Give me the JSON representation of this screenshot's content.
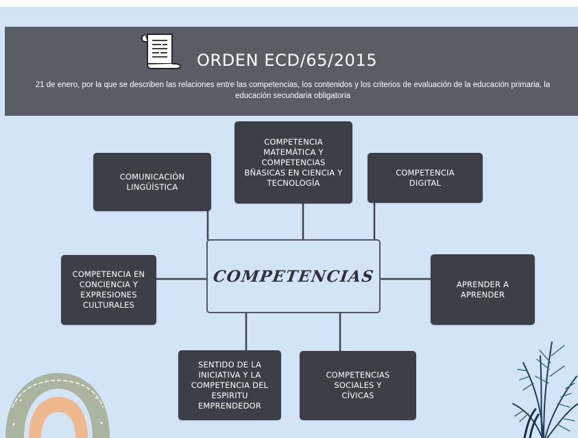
{
  "header": {
    "title": "ORDEN ECD/65/2015",
    "subtitle": "21 de enero, por la que se describen las relaciones entre las competencias, los contenidos y los criterios de evaluación de la educación primaria, la educación secundaria obligatoria"
  },
  "diagram": {
    "center": "COMPETENCIAS",
    "nodes": {
      "comunicacion": "COMUNICACIÓN LINGÜÍSTICA",
      "matematica": "COMPETENCIA MATEMÁTICA Y COMPETENCIAS BÑASICAS EN CIENCIA Y TECNOLOGÍA",
      "digital": "COMPETENCIA DIGITAL",
      "conciencia": "COMPETENCIA EN CONCIENCIA Y EXPRESIONES CULTURALES",
      "aprender": "APRENDER A APRENDER",
      "iniciativa": "SENTIDO DE LA INICIATIVA Y LA COMPETENCIA DEL ESPIRITU EMPRENDEDOR",
      "sociales": "COMPETENCIAS SOCIALES Y CÍVICAS"
    }
  },
  "colors": {
    "background": "#d3e4f7",
    "header": "#5a5d65",
    "node": "#3c3f48",
    "connector": "#3f424a",
    "rainbow_outer": "#a9b59e",
    "rainbow_inner": "#f0b88d"
  },
  "icons": [
    "document-scroll-icon",
    "rainbow-decoration",
    "palm-plant-decoration"
  ]
}
